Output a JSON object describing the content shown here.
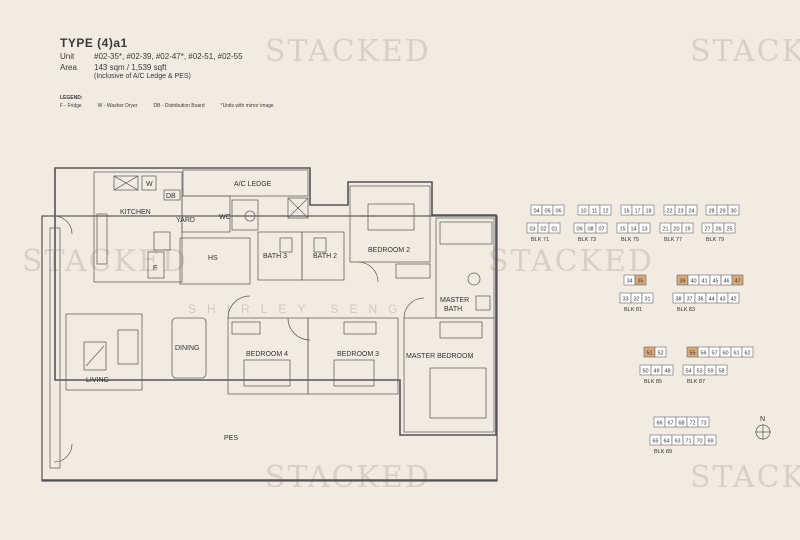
{
  "header": {
    "title": "TYPE (4)a1",
    "unit_label": "Unit",
    "unit_value": "#02-35*, #02-39, #02-47*, #02-51, #02-55",
    "area_label": "Area",
    "area_value": "143 sqm / 1,539 sqft",
    "area_note": "(Inclusive of A/C Ledge & PES)"
  },
  "legend": {
    "heading": "LEGEND:",
    "items": [
      "F - Fridge",
      "W - Washer Dryer",
      "DB - Distribution Board",
      "*Units with mirror image"
    ]
  },
  "watermark": {
    "brand": "STACKED",
    "agent": "SHIRLEY SENG"
  },
  "rooms": {
    "kitchen": "KITCHEN",
    "yard": "YARD",
    "wc": "WC",
    "hs": "HS",
    "bath3": "BATH 3",
    "bath2": "BATH 2",
    "bedroom2": "BEDROOM 2",
    "master_bath_1": "MASTER",
    "master_bath_2": "BATH",
    "dining": "DINING",
    "living": "LIVING",
    "bedroom4": "BEDROOM 4",
    "bedroom3": "BEDROOM 3",
    "master_bedroom": "MASTER BEDROOM",
    "pes": "PES",
    "ac_ledge": "A/C LEDGE",
    "w": "W",
    "db": "DB",
    "f": "F"
  },
  "keyplan": {
    "north": "N",
    "blocks": [
      {
        "name": "BLK 71",
        "top": [
          "04",
          "05",
          "06"
        ],
        "bottom": [
          "03",
          "02",
          "01"
        ]
      },
      {
        "name": "BLK 73",
        "top": [
          "10",
          "11",
          "12"
        ],
        "bottom": [
          "09",
          "08",
          "07"
        ]
      },
      {
        "name": "BLK 75",
        "top": [
          "16",
          "17",
          "18"
        ],
        "bottom": [
          "15",
          "14",
          "13"
        ]
      },
      {
        "name": "BLK 77",
        "top": [
          "22",
          "23",
          "24"
        ],
        "bottom": [
          "21",
          "20",
          "19"
        ]
      },
      {
        "name": "BLK 79",
        "top": [
          "28",
          "29",
          "30"
        ],
        "bottom": [
          "27",
          "26",
          "25"
        ]
      },
      {
        "name": "BLK 81",
        "top": [
          "34",
          "35"
        ],
        "bottom": [
          "33",
          "32",
          "31"
        ]
      },
      {
        "name": "BLK 83",
        "top": [
          "39",
          "40",
          "41",
          "45",
          "46",
          "47"
        ],
        "bottom": [
          "38",
          "37",
          "36",
          "44",
          "43",
          "42"
        ]
      },
      {
        "name": "BLK 85",
        "top": [
          "51",
          "52"
        ],
        "bottom": [
          "50",
          "49",
          "48"
        ]
      },
      {
        "name": "BLK 87",
        "top": [
          "55",
          "56",
          "57",
          "60",
          "61",
          "62"
        ],
        "bottom": [
          "54",
          "53",
          "59",
          "58"
        ]
      },
      {
        "name": "BLK 89",
        "top": [
          "66",
          "67",
          "68",
          "72",
          "73"
        ],
        "bottom": [
          "65",
          "64",
          "63",
          "71",
          "70",
          "69"
        ]
      }
    ],
    "highlighted": [
      "35",
      "39",
      "47",
      "51",
      "55"
    ]
  }
}
